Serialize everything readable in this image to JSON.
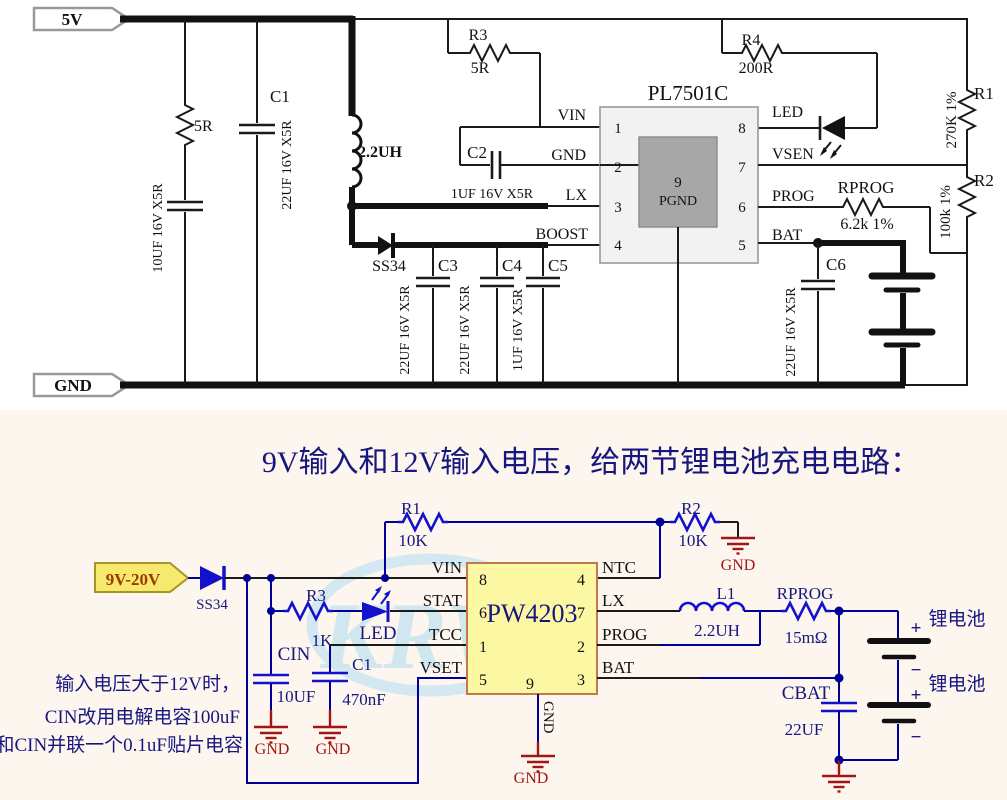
{
  "colors": {
    "wire_black": "#1a1a1a",
    "wire_navy": "#000099",
    "component_blue": "#1212cc",
    "gnd_red": "#a31515",
    "navy_text": "#16167e",
    "chip_top_fill": "#f2f2f2",
    "chip_top_inner": "#a7a7a7",
    "chip_bottom_fill": "#fcf7a3",
    "chip_bottom_border": "#c1794a",
    "input_tag_yellow": "#f6e96e",
    "watermark_blue": "#a5d9f2"
  },
  "top": {
    "power_tag": "5V",
    "ground_tag": "GND",
    "r_in": {
      "value": "5R"
    },
    "c_in": {
      "value": "10UF 16V X5R"
    },
    "c1": {
      "ref": "C1",
      "value": "22UF 16V X5R"
    },
    "l1": {
      "value": "2.2UH"
    },
    "d1": {
      "ref": "SS34"
    },
    "r3": {
      "ref": "R3",
      "value": "5R"
    },
    "c2": {
      "ref": "C2",
      "value": "1UF 16V X5R"
    },
    "r4": {
      "ref": "R4",
      "value": "200R"
    },
    "chip": {
      "name": "PL7501C",
      "pad_pin": "9",
      "pad_label": "PGND",
      "pins_left": [
        {
          "num": "1",
          "label": "VIN"
        },
        {
          "num": "2",
          "label": "GND"
        },
        {
          "num": "3",
          "label": "LX"
        },
        {
          "num": "4",
          "label": "BOOST"
        }
      ],
      "pins_right": [
        {
          "num": "8",
          "label": "LED"
        },
        {
          "num": "7",
          "label": "VSEN"
        },
        {
          "num": "6",
          "label": "PROG"
        },
        {
          "num": "5",
          "label": "BAT"
        }
      ]
    },
    "r1": {
      "ref": "R1",
      "value": "270K  1%"
    },
    "r2": {
      "ref": "R2",
      "value": "100k  1%"
    },
    "rprog": {
      "ref": "RPROG",
      "value": "6.2k  1%"
    },
    "c3": {
      "ref": "C3",
      "value": "22UF 16V X5R"
    },
    "c4": {
      "ref": "C4",
      "value": "22UF 16V X5R"
    },
    "c5": {
      "ref": "C5",
      "value": "1UF 16V X5R"
    },
    "c6": {
      "ref": "C6",
      "value": "22UF 16V X5R"
    }
  },
  "bottom": {
    "title": "9V输入和12V输入电压，给两节锂电池充电电路：",
    "watermark": "KRW",
    "input_tag": "9V-20V",
    "d1": {
      "ref": "SS34"
    },
    "r1": {
      "ref": "R1",
      "value": "10K"
    },
    "r2": {
      "ref": "R2",
      "value": "10K"
    },
    "r3": {
      "ref": "R3",
      "value": "1K"
    },
    "led": {
      "ref": "LED"
    },
    "cin": {
      "ref": "CIN",
      "value": "10UF"
    },
    "c1": {
      "ref": "C1",
      "value": "470nF"
    },
    "chip": {
      "name": "PW4203",
      "pins_left": [
        {
          "num": "8",
          "label": "VIN"
        },
        {
          "num": "6",
          "label": "STAT"
        },
        {
          "num": "1",
          "label": "TCC"
        },
        {
          "num": "5",
          "label": "VSET"
        }
      ],
      "pins_right": [
        {
          "num": "4",
          "label": "NTC"
        },
        {
          "num": "7",
          "label": "LX"
        },
        {
          "num": "2",
          "label": "PROG"
        },
        {
          "num": "3",
          "label": "BAT"
        }
      ],
      "pin_bottom": {
        "num": "9",
        "label": "GND"
      }
    },
    "l1": {
      "ref": "L1",
      "value": "2.2UH"
    },
    "rprog": {
      "ref": "RPROG",
      "value": "15mΩ"
    },
    "cbat": {
      "ref": "CBAT",
      "value": "22UF"
    },
    "battery": {
      "cell1_label": "锂电池",
      "cell2_label": "锂电池",
      "plus": "+",
      "minus": "−"
    },
    "gnd_labels": {
      "r2": "GND",
      "cin": "GND",
      "c1": "GND",
      "ic": "GND"
    },
    "notes": [
      "输入电压大于12V时，",
      "CIN改用电解电容100uF",
      "和CIN并联一个0.1uF贴片电容"
    ]
  }
}
